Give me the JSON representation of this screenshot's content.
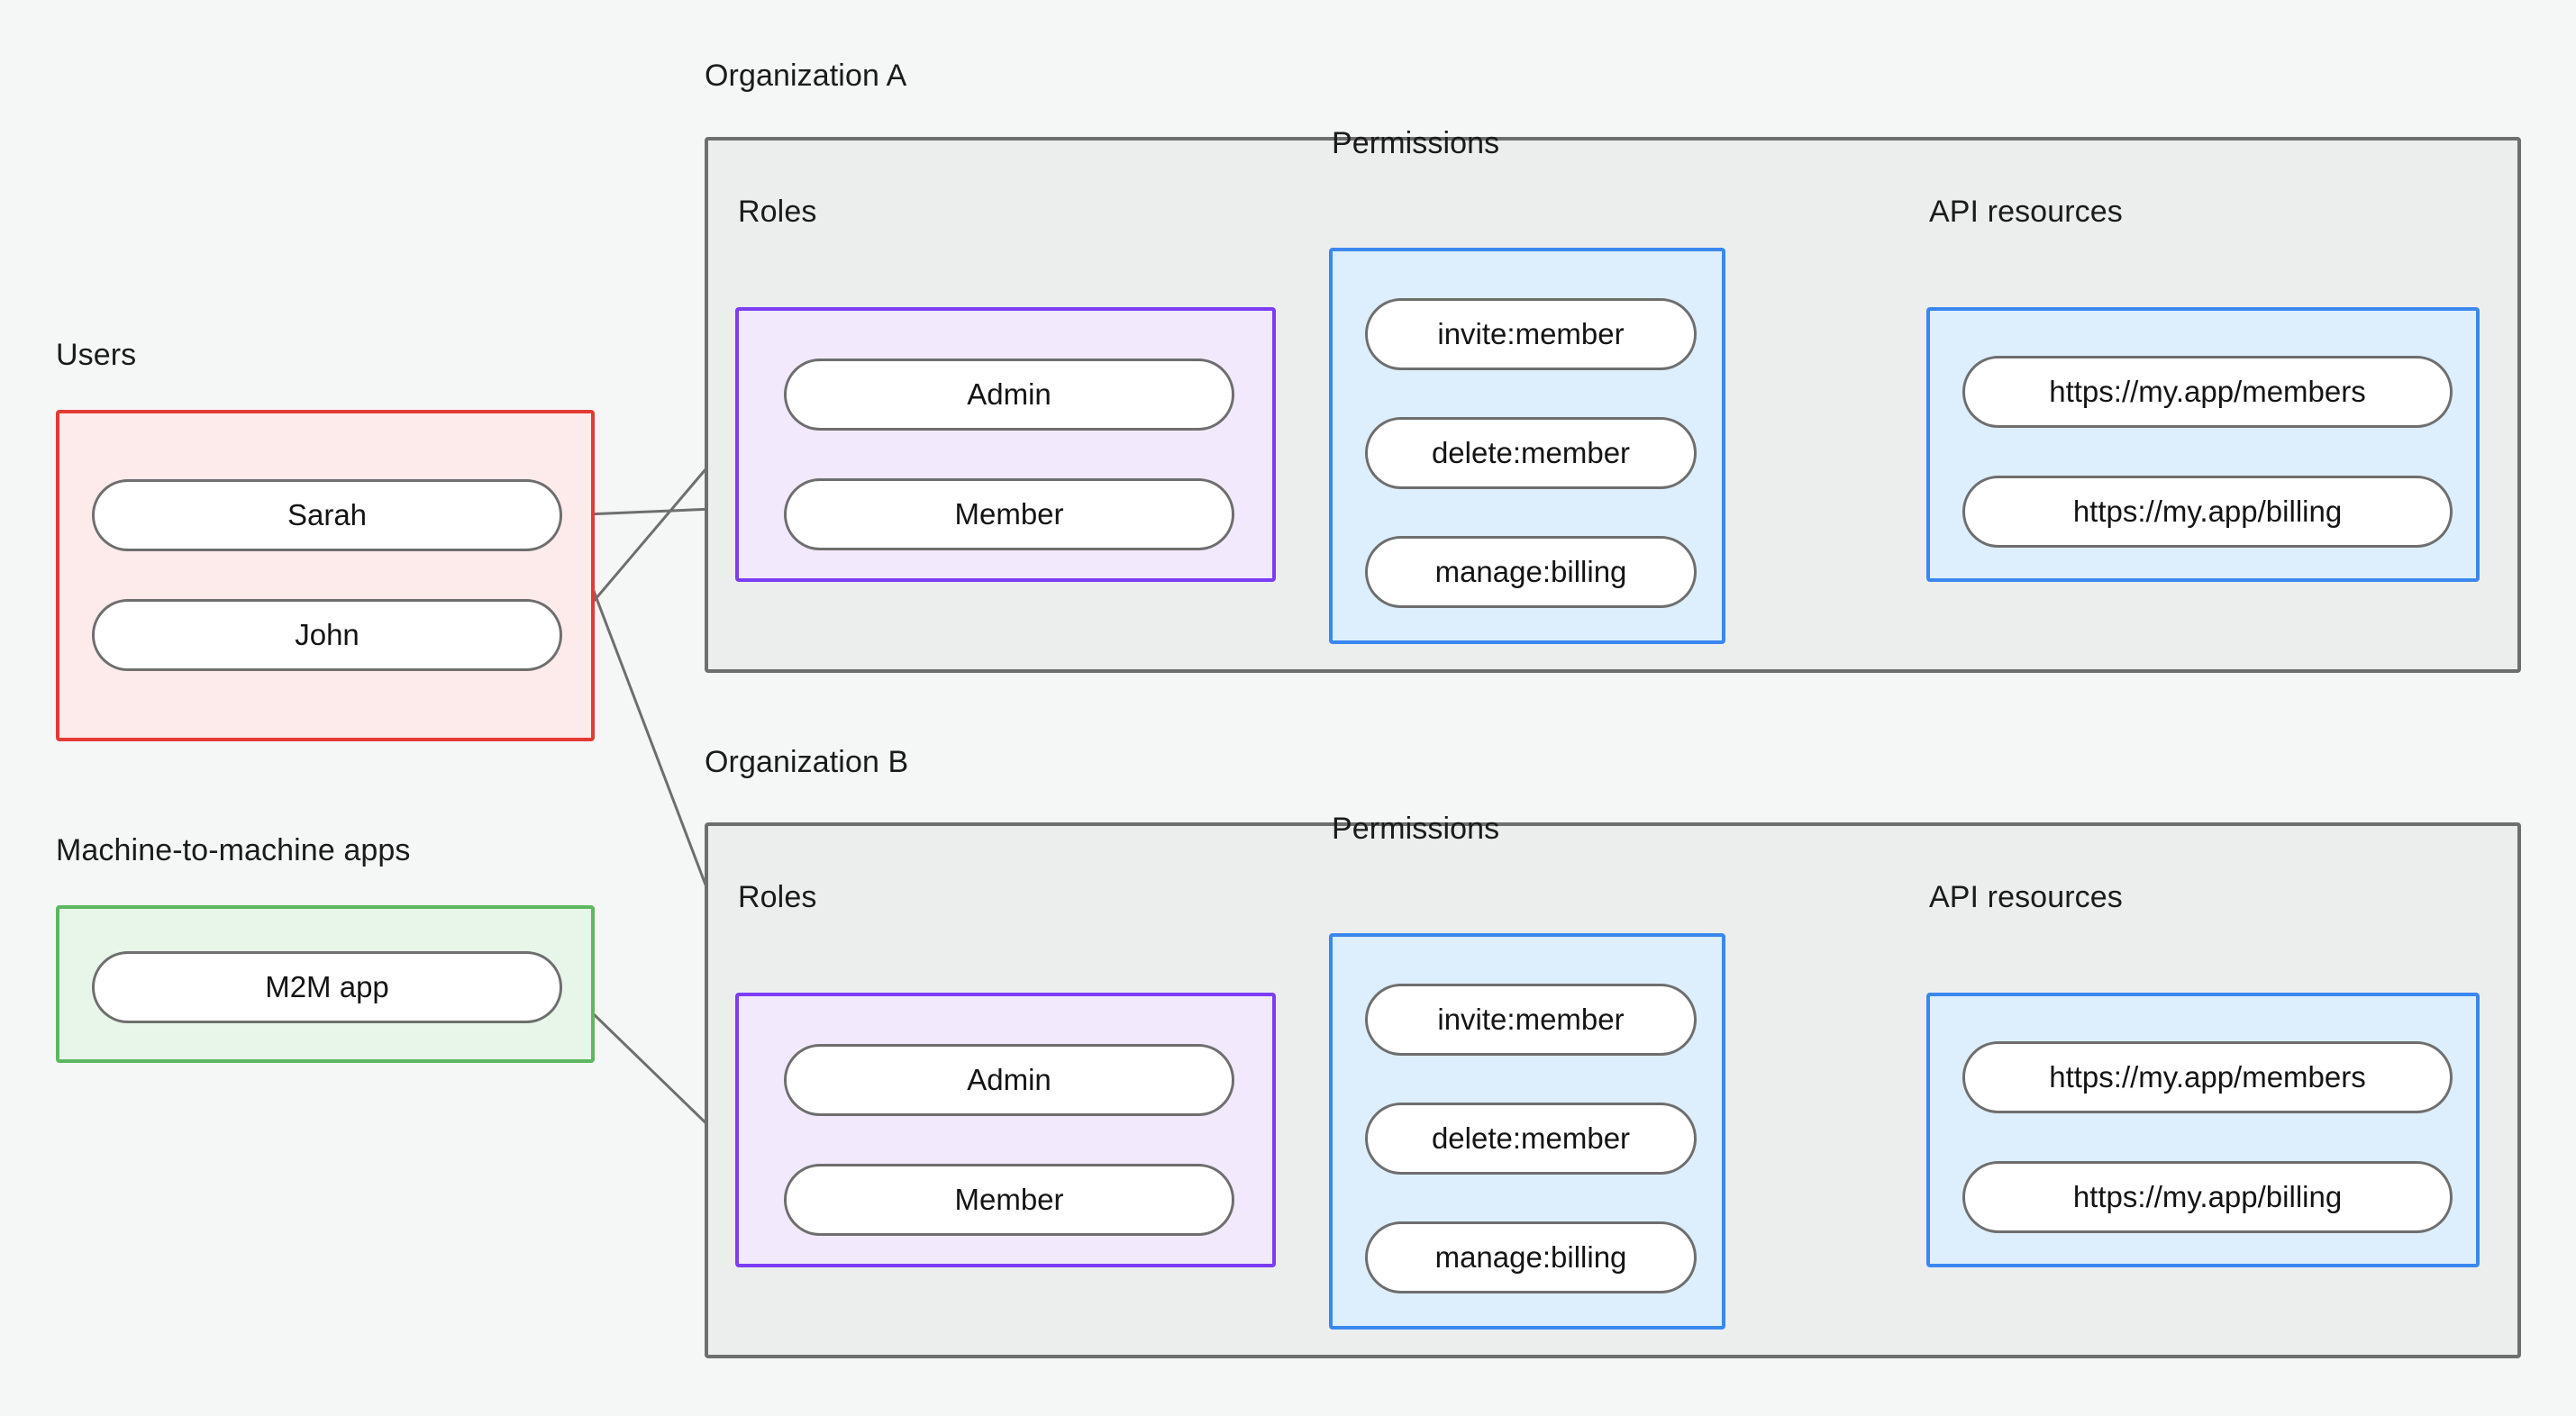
{
  "diagram": {
    "title_visible": false,
    "background_color": "#f5f7f7",
    "colors": {
      "users_border": "#e23b34",
      "users_fill": "#fdebeb",
      "m2m_border": "#5cb860",
      "m2m_fill": "#e7f6e9",
      "roles_border": "#7c3df5",
      "roles_fill": "#f2e9fd",
      "permissions_border": "#3b87f0",
      "permissions_fill": "#ddeefc",
      "api_border": "#3b87f0",
      "api_fill": "#ddeefc",
      "org_border": "#6e6e6e",
      "org_fill": "#eceeed",
      "node_border": "#6e6e6e",
      "node_fill": "#ffffff",
      "edge": "#6e6e6e"
    }
  },
  "identities": {
    "users": {
      "label": "Users",
      "items": [
        {
          "label": "Sarah"
        },
        {
          "label": "John"
        }
      ]
    },
    "m2m": {
      "label": "Machine-to-machine apps",
      "items": [
        {
          "label": "M2M app"
        }
      ]
    }
  },
  "organizations": [
    {
      "label": "Organization A",
      "roles": {
        "label": "Roles",
        "items": [
          {
            "label": "Admin"
          },
          {
            "label": "Member"
          }
        ]
      },
      "permissions": {
        "label": "Permissions",
        "items": [
          {
            "label": "invite:member"
          },
          {
            "label": "delete:member"
          },
          {
            "label": "manage:billing"
          }
        ]
      },
      "api_resources": {
        "label": "API resources",
        "items": [
          {
            "label": "https://my.app/members"
          },
          {
            "label": "https://my.app/billing"
          }
        ]
      }
    },
    {
      "label": "Organization B",
      "roles": {
        "label": "Roles",
        "items": [
          {
            "label": "Admin"
          },
          {
            "label": "Member"
          }
        ]
      },
      "permissions": {
        "label": "Permissions",
        "items": [
          {
            "label": "invite:member"
          },
          {
            "label": "delete:member"
          },
          {
            "label": "manage:billing"
          }
        ]
      },
      "api_resources": {
        "label": "API resources",
        "items": [
          {
            "label": "https://my.app/members"
          },
          {
            "label": "https://my.app/billing"
          }
        ]
      }
    }
  ],
  "connections": [
    {
      "from": "Sarah",
      "to": "Organization A / Member"
    },
    {
      "from": "Sarah",
      "to": "Organization B / Admin"
    },
    {
      "from": "John",
      "to": "Organization A / Admin"
    },
    {
      "from": "M2M app",
      "to": "Organization B / Member"
    },
    {
      "from": "Organization A / Admin",
      "to": "Organization A / invite:member"
    },
    {
      "from": "Organization A / Admin",
      "to": "Organization A / delete:member"
    },
    {
      "from": "Organization A / Member",
      "to": "Organization A / manage:billing"
    },
    {
      "from": "Organization A / invite:member",
      "to": "Organization A / https://my.app/members"
    },
    {
      "from": "Organization A / delete:member",
      "to": "Organization A / https://my.app/members"
    },
    {
      "from": "Organization A / manage:billing",
      "to": "Organization A / https://my.app/billing"
    },
    {
      "from": "Organization B / Admin",
      "to": "Organization B / invite:member"
    },
    {
      "from": "Organization B / Admin",
      "to": "Organization B / delete:member"
    },
    {
      "from": "Organization B / Member",
      "to": "Organization B / manage:billing"
    },
    {
      "from": "Organization B / invite:member",
      "to": "Organization B / https://my.app/members"
    },
    {
      "from": "Organization B / delete:member",
      "to": "Organization B / https://my.app/members"
    },
    {
      "from": "Organization B / manage:billing",
      "to": "Organization B / https://my.app/billing"
    }
  ]
}
